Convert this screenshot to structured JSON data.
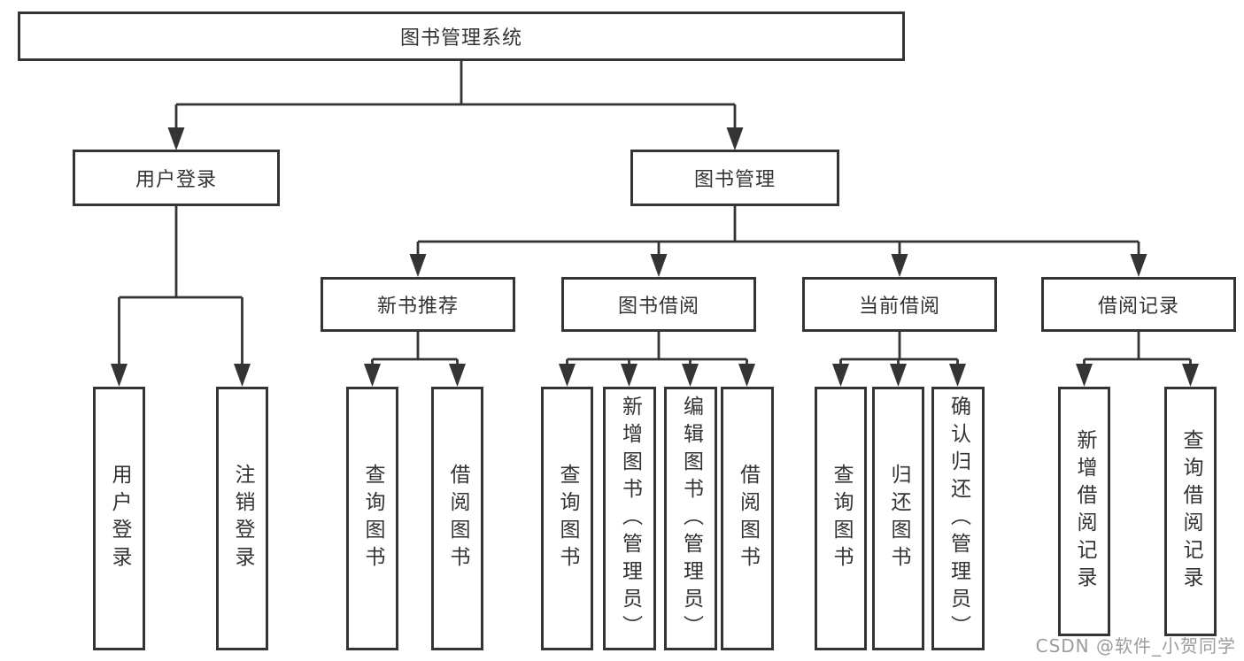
{
  "tree": {
    "root": {
      "label": "图书管理系统"
    },
    "children": [
      {
        "label": "用户登录",
        "children": [
          {
            "label": "用户登录"
          },
          {
            "label": "注销登录"
          }
        ]
      },
      {
        "label": "图书管理",
        "children": [
          {
            "label": "新书推荐",
            "children": [
              {
                "label": "查询图书"
              },
              {
                "label": "借阅图书"
              }
            ]
          },
          {
            "label": "图书借阅",
            "children": [
              {
                "label": "查询图书"
              },
              {
                "label": "新增图书（管理员）"
              },
              {
                "label": "编辑图书（管理员）"
              },
              {
                "label": "借阅图书"
              }
            ]
          },
          {
            "label": "当前借阅",
            "children": [
              {
                "label": "查询图书"
              },
              {
                "label": "归还图书"
              },
              {
                "label": "确认归还（管理员）"
              }
            ]
          },
          {
            "label": "借阅记录",
            "children": [
              {
                "label": "新增借阅记录"
              },
              {
                "label": "查询借阅记录"
              }
            ]
          }
        ]
      }
    ]
  },
  "watermark": "CSDN @软件_小贺同学",
  "colors": {
    "background": "#ffffff",
    "box_border": "#343434",
    "connector": "#343434",
    "text": "#333333",
    "watermark": "#9c9c9c"
  }
}
